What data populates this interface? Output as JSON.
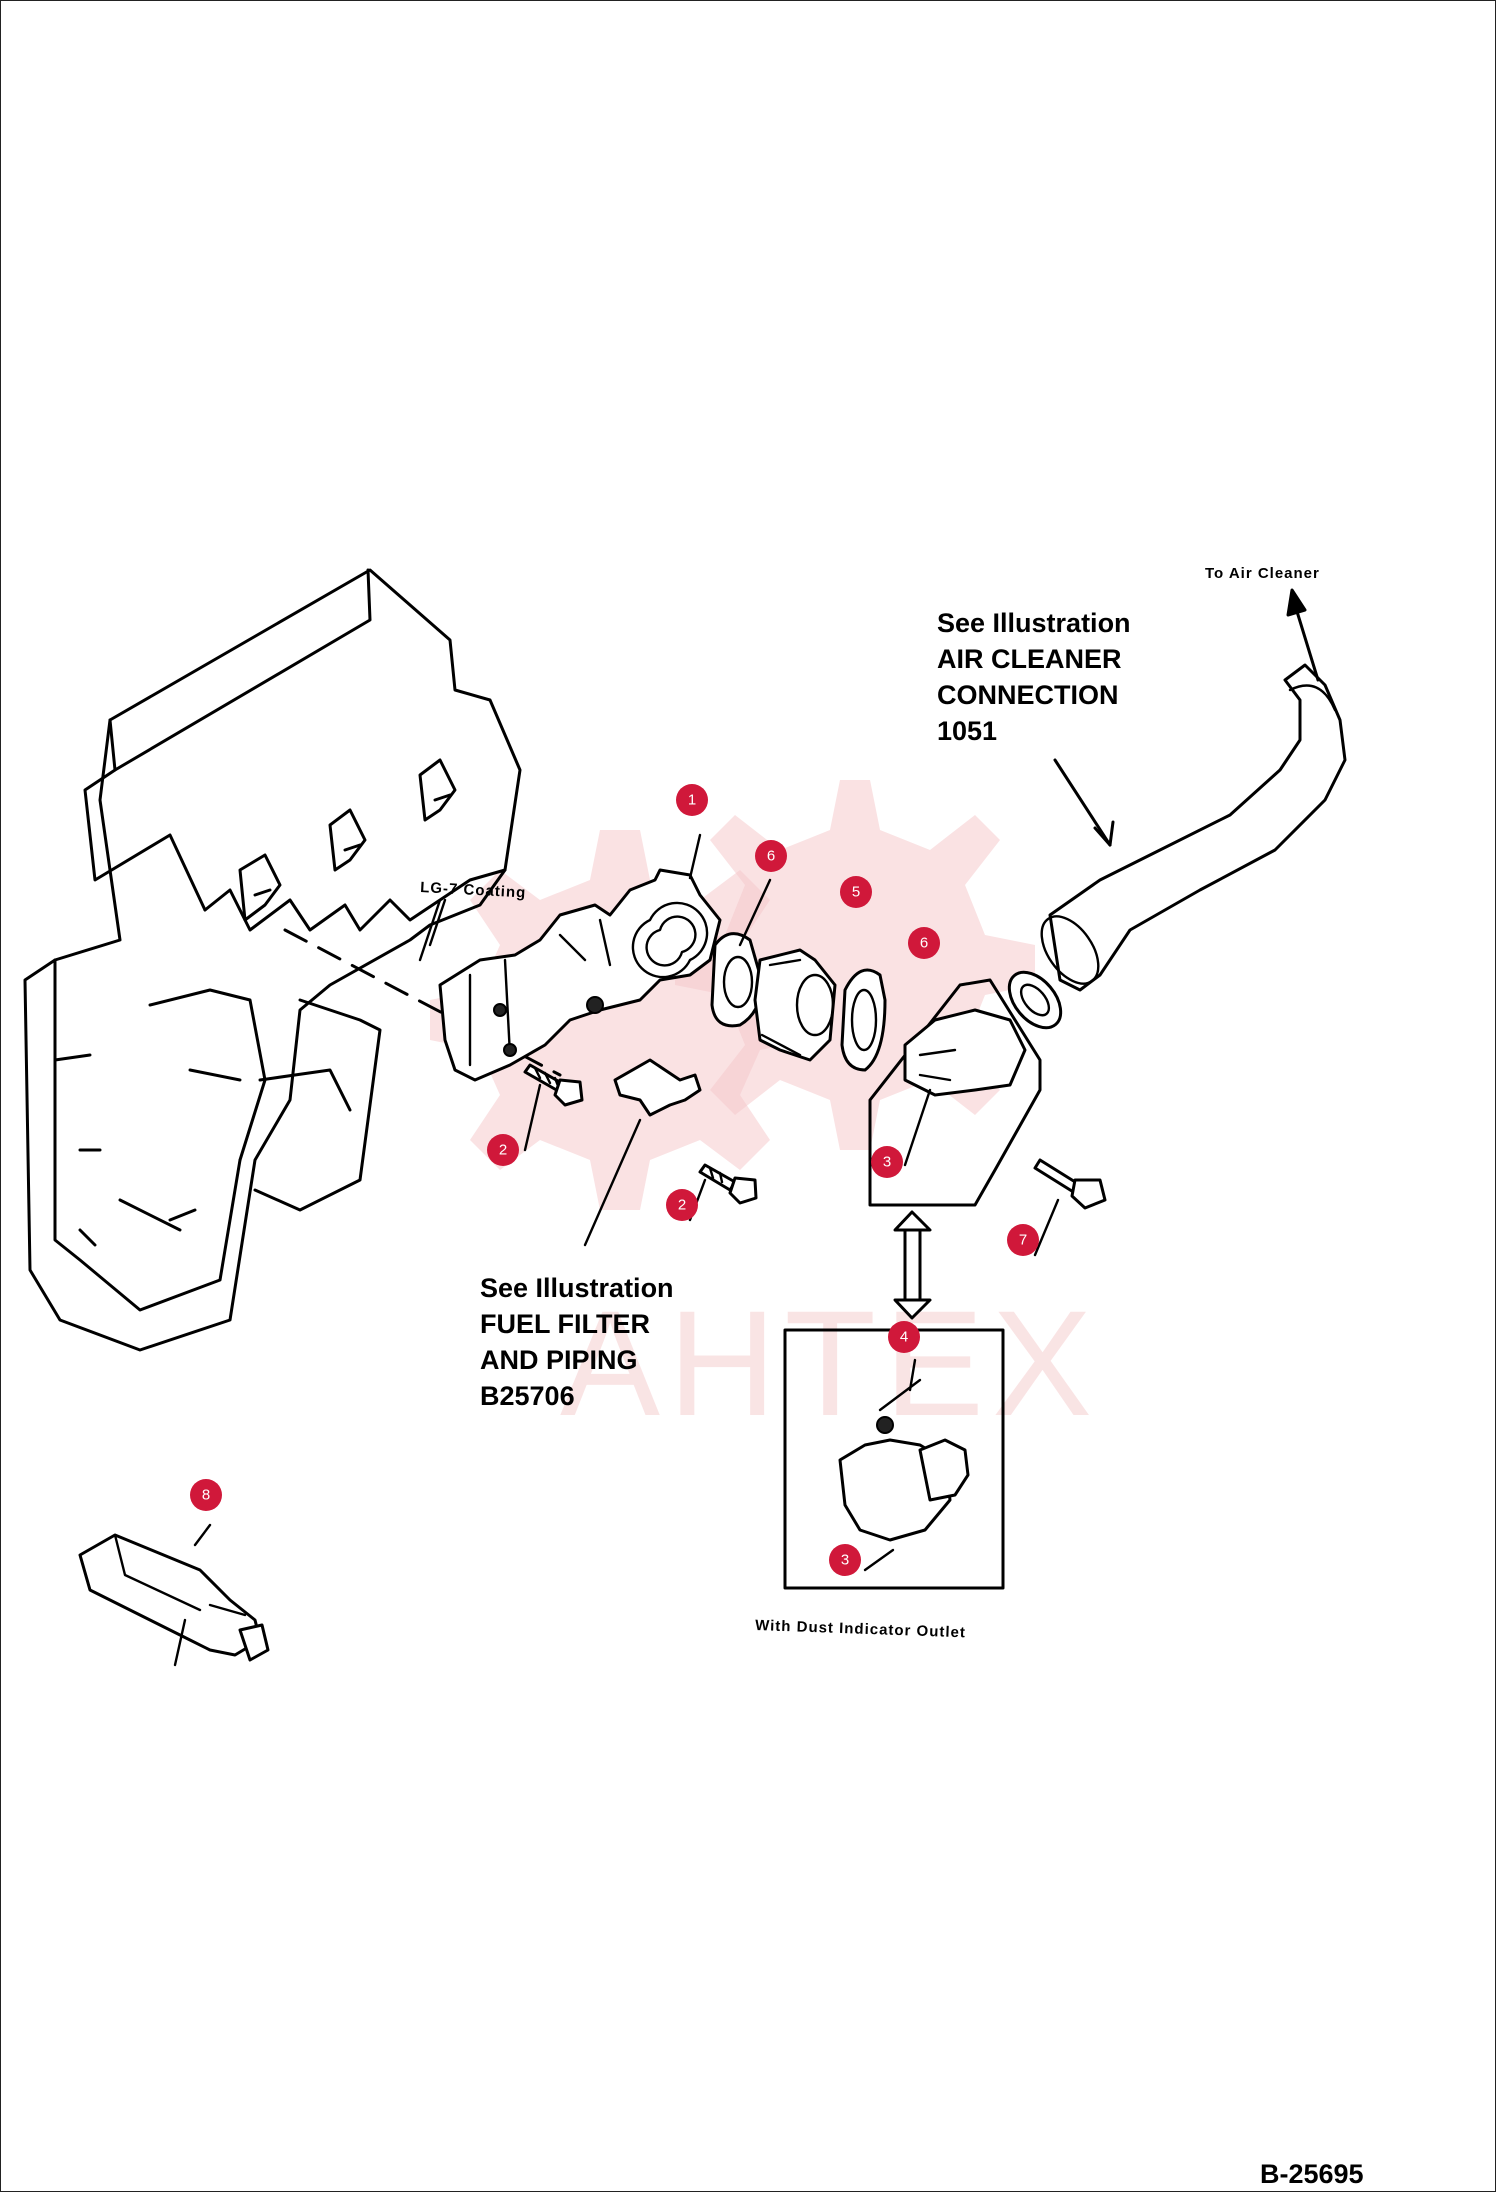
{
  "drawing_number": "B-25695",
  "watermark_text": "АНТЕХ",
  "labels": {
    "to_air_cleaner": "To Air Cleaner",
    "lg7_coating": "LG-7 Coating",
    "dust_indicator": "With Dust Indicator Outlet"
  },
  "references": {
    "air_cleaner": [
      "See Illustration",
      "AIR CLEANER",
      "CONNECTION",
      "1051"
    ],
    "fuel_filter": [
      "See Illustration",
      "FUEL FILTER",
      "AND PIPING",
      "B25706"
    ]
  },
  "callouts": [
    "1",
    "2",
    "2",
    "3",
    "3",
    "4",
    "5",
    "6",
    "6",
    "7",
    "8"
  ],
  "colors": {
    "callout": "#d0183a",
    "watermark": "#f4c3c6",
    "line": "#000000"
  }
}
